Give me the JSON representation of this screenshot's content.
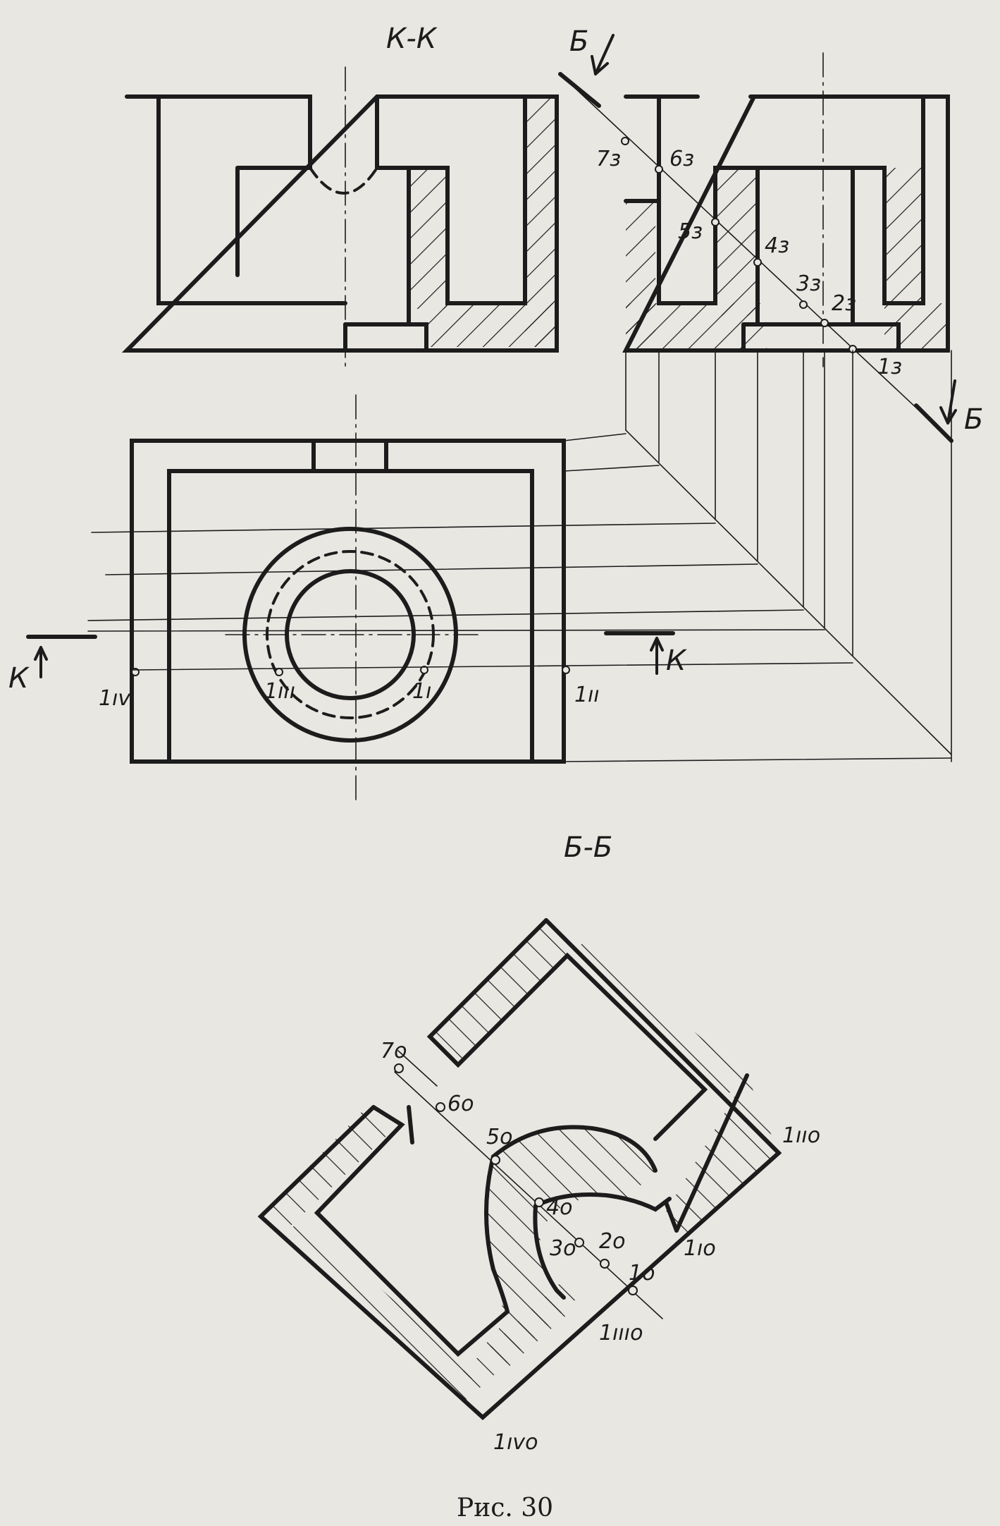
{
  "titles": {
    "section_kk": "К-К",
    "section_bb": "Б-Б",
    "caption": "Рис. 30"
  },
  "cut_marks": {
    "k_left": "К",
    "k_right": "К",
    "b_top": "Б",
    "b_bottom": "Б"
  },
  "points_side": {
    "p7": "7з",
    "p6": "6з",
    "p5": "5з",
    "p4": "4з",
    "p3": "3з",
    "p2": "2з",
    "p1": "1з"
  },
  "points_plan": {
    "p1iv": "1ıv",
    "p1ii": "1ıı",
    "p1iii": "1ııı",
    "p1i": "1ı"
  },
  "points_bb": {
    "p7": "7о",
    "p6": "6о",
    "p5": "5о",
    "p4": "4о",
    "p3": "3о",
    "p2": "2о",
    "p1": "1о",
    "p1i": "1ıо",
    "p1ii": "1ııо",
    "p1iii": "1ıııо",
    "p1iv": "1ıvо"
  }
}
